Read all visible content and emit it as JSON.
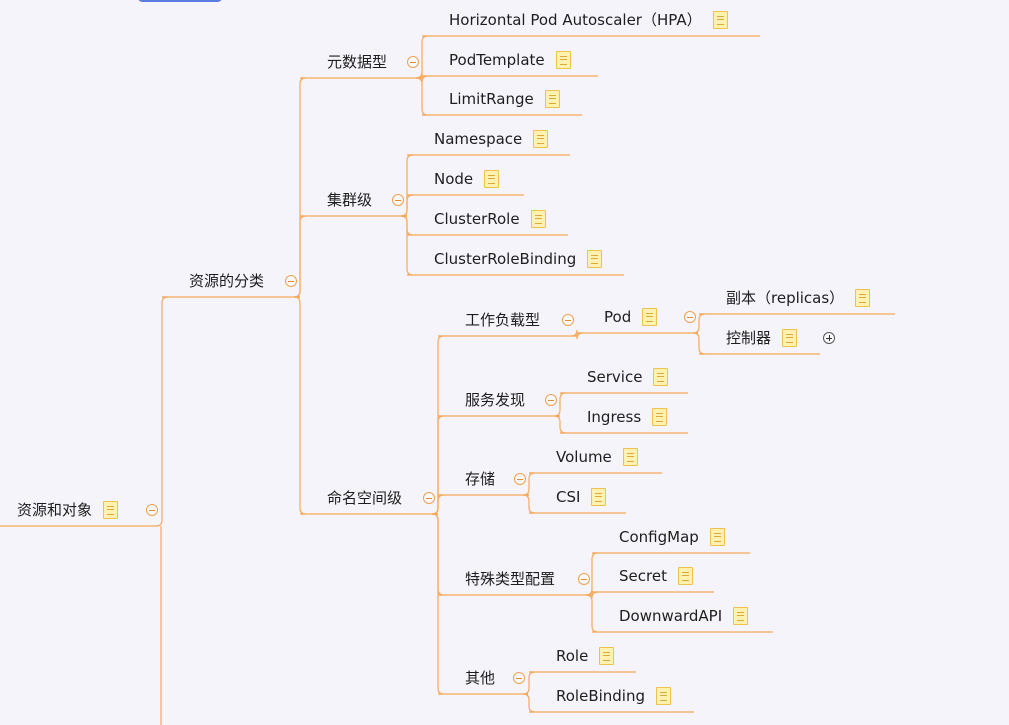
{
  "colors": {
    "branch": "#f7a95b",
    "note_bg": "#fff2b0",
    "note_border": "#eec24e",
    "background": "#f4f4fa"
  },
  "nodes": {
    "root": {
      "label": "资源和对象",
      "note": true,
      "collapse": "minus"
    },
    "classify": {
      "label": "资源的分类",
      "note": false,
      "collapse": "minus"
    },
    "meta": {
      "label": "元数据型",
      "note": false,
      "collapse": "minus"
    },
    "hpa": {
      "label": "Horizontal Pod Autoscaler（HPA）",
      "note": true
    },
    "podtemplate": {
      "label": "PodTemplate",
      "note": true
    },
    "limitrange": {
      "label": "LimitRange",
      "note": true
    },
    "cluster": {
      "label": "集群级",
      "note": false,
      "collapse": "minus"
    },
    "namespace": {
      "label": "Namespace",
      "note": true
    },
    "node": {
      "label": "Node",
      "note": true
    },
    "clusterrole": {
      "label": "ClusterRole",
      "note": true
    },
    "clusterrolebinding": {
      "label": "ClusterRoleBinding",
      "note": true
    },
    "nslevel": {
      "label": "命名空间级",
      "note": false,
      "collapse": "minus"
    },
    "workload": {
      "label": "工作负载型",
      "note": false,
      "collapse": "minus"
    },
    "pod": {
      "label": "Pod",
      "note": true,
      "collapse": "minus"
    },
    "replicas": {
      "label": "副本（replicas）",
      "note": true
    },
    "controller": {
      "label": "控制器",
      "note": true,
      "collapse": "plus"
    },
    "discovery": {
      "label": "服务发现",
      "note": false,
      "collapse": "minus"
    },
    "service": {
      "label": "Service",
      "note": true
    },
    "ingress": {
      "label": "Ingress",
      "note": true
    },
    "storage": {
      "label": "存储",
      "note": false,
      "collapse": "minus"
    },
    "volume": {
      "label": "Volume",
      "note": true
    },
    "csi": {
      "label": "CSI",
      "note": true
    },
    "special": {
      "label": "特殊类型配置",
      "note": false,
      "collapse": "minus"
    },
    "configmap": {
      "label": "ConfigMap",
      "note": true
    },
    "secret": {
      "label": "Secret",
      "note": true
    },
    "downwardapi": {
      "label": "DownwardAPI",
      "note": true
    },
    "other": {
      "label": "其他",
      "note": false,
      "collapse": "minus"
    },
    "role": {
      "label": "Role",
      "note": true
    },
    "rolebinding": {
      "label": "RoleBinding",
      "note": true
    }
  },
  "edges": [
    [
      "root",
      "classify"
    ],
    [
      "classify",
      "meta"
    ],
    [
      "classify",
      "cluster"
    ],
    [
      "classify",
      "nslevel"
    ],
    [
      "meta",
      "hpa"
    ],
    [
      "meta",
      "podtemplate"
    ],
    [
      "meta",
      "limitrange"
    ],
    [
      "cluster",
      "namespace"
    ],
    [
      "cluster",
      "node"
    ],
    [
      "cluster",
      "clusterrole"
    ],
    [
      "cluster",
      "clusterrolebinding"
    ],
    [
      "nslevel",
      "workload"
    ],
    [
      "nslevel",
      "discovery"
    ],
    [
      "nslevel",
      "storage"
    ],
    [
      "nslevel",
      "special"
    ],
    [
      "nslevel",
      "other"
    ],
    [
      "workload",
      "pod"
    ],
    [
      "pod",
      "replicas"
    ],
    [
      "pod",
      "controller"
    ],
    [
      "discovery",
      "service"
    ],
    [
      "discovery",
      "ingress"
    ],
    [
      "storage",
      "volume"
    ],
    [
      "storage",
      "csi"
    ],
    [
      "special",
      "configmap"
    ],
    [
      "special",
      "secret"
    ],
    [
      "special",
      "downwardapi"
    ],
    [
      "other",
      "role"
    ],
    [
      "other",
      "rolebinding"
    ]
  ]
}
